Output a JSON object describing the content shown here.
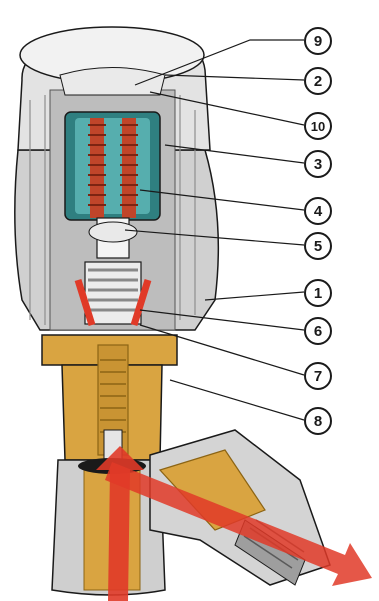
{
  "diagram": {
    "callouts": [
      {
        "id": "c9",
        "label": "9"
      },
      {
        "id": "c2",
        "label": "2"
      },
      {
        "id": "c10",
        "label": "10"
      },
      {
        "id": "c3",
        "label": "3"
      },
      {
        "id": "c4",
        "label": "4"
      },
      {
        "id": "c5",
        "label": "5"
      },
      {
        "id": "c1",
        "label": "1"
      },
      {
        "id": "c6",
        "label": "6"
      },
      {
        "id": "c7",
        "label": "7"
      },
      {
        "id": "c8",
        "label": "8"
      }
    ],
    "colors": {
      "housing": "#d8d8d8",
      "housing_shade": "#a9a9a9",
      "bellows": "#3a8f8f",
      "spring": "#c0452a",
      "brass": "#d9a441",
      "brass_dark": "#8c6414",
      "flow_arrow": "#e03a28",
      "outline": "#1a1a1a"
    },
    "flow_arrows": [
      "inlet-arrow",
      "outlet-arrow"
    ]
  }
}
